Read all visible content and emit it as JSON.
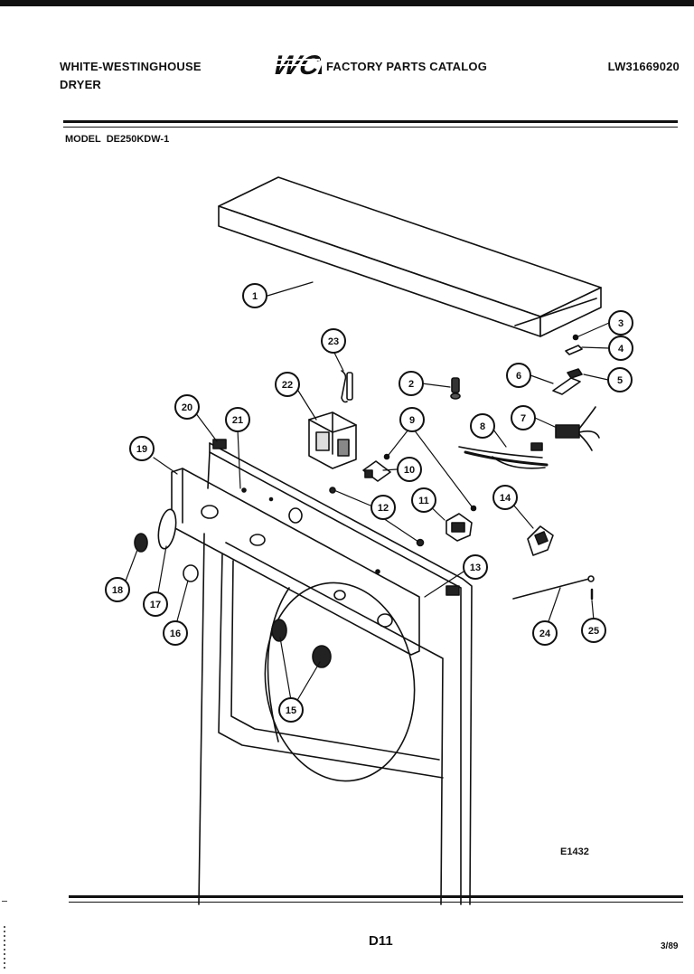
{
  "header": {
    "brand_line1": "WHITE-WESTINGHOUSE",
    "brand_line2": "DRYER",
    "logo_text": "WCI",
    "catalog_title": "FACTORY PARTS CATALOG",
    "catalog_number": "LW31669020"
  },
  "model": {
    "label": "MODEL",
    "number": "DE250KDW-1"
  },
  "diagram": {
    "callouts": [
      "1",
      "2",
      "3",
      "4",
      "5",
      "6",
      "7",
      "8",
      "9",
      "10",
      "11",
      "12",
      "13",
      "14",
      "15",
      "16",
      "17",
      "18",
      "19",
      "20",
      "21",
      "22",
      "23",
      "24",
      "25"
    ]
  },
  "footer": {
    "drawing_code": "E1432",
    "page": "D11",
    "date": "3/89"
  }
}
